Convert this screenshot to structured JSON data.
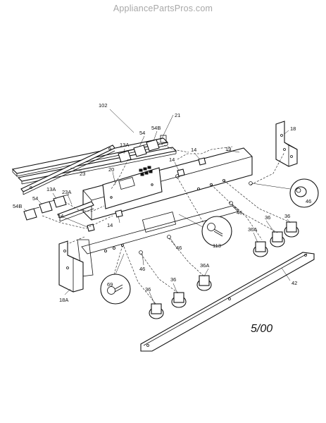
{
  "watermark": "AppliancePartsPros.com",
  "date_mark": "5/00",
  "callouts": {
    "c102": "102",
    "c21": "21",
    "c18": "18",
    "c19": "19",
    "c54B_top": "54B",
    "c54_top": "54",
    "c13A_top": "13A",
    "c20": "20",
    "c23": "23",
    "c14_a": "14",
    "c14_b": "14",
    "c13A_left": "13A",
    "c23A": "23A",
    "c54_left": "54",
    "c54B_left": "54B",
    "c14_c": "14",
    "c14_d": "14",
    "c46_knob": "46",
    "c46_a": "46",
    "c36_a": "36",
    "c36_b": "36",
    "c36A_a": "36A",
    "c113": "113",
    "c46_b": "46",
    "c46_c": "46",
    "c36A_b": "36A",
    "c36_c": "36",
    "c36_d": "36",
    "c42": "42",
    "c18A": "18A",
    "c69": "69"
  }
}
